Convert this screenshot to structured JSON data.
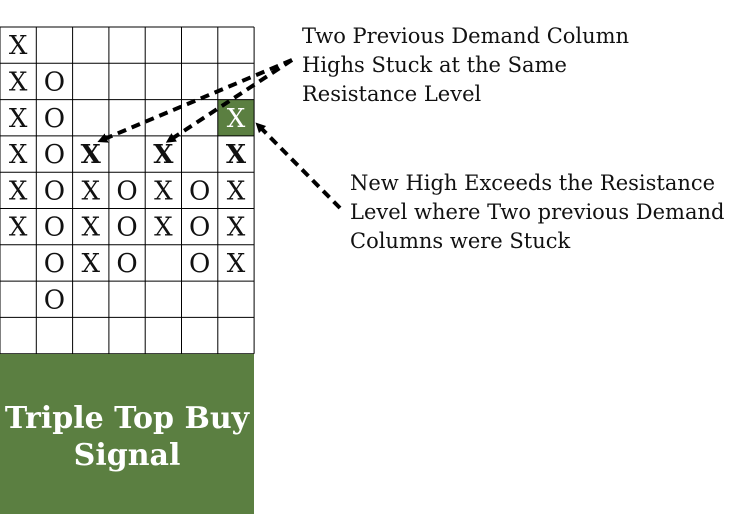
{
  "colors": {
    "accent_green": "#5b7f41",
    "grid": "#000000",
    "text": "#111111",
    "banner_text": "#ffffff"
  },
  "grid": {
    "columns": 7,
    "rows": 9,
    "cells": [
      [
        "X",
        "",
        "",
        "",
        "",
        "",
        ""
      ],
      [
        "X",
        "O",
        "",
        "",
        "",
        "",
        ""
      ],
      [
        "X",
        "O",
        "",
        "",
        "",
        "",
        "X"
      ],
      [
        "X",
        "O",
        "X",
        "",
        "X",
        "",
        "X"
      ],
      [
        "X",
        "O",
        "X",
        "O",
        "X",
        "O",
        "X"
      ],
      [
        "X",
        "O",
        "X",
        "O",
        "X",
        "O",
        "X"
      ],
      [
        "",
        "O",
        "X",
        "O",
        "",
        "O",
        "X"
      ],
      [
        "",
        "O",
        "",
        "",
        "",
        "",
        ""
      ],
      [
        "",
        "",
        "",
        "",
        "",
        "",
        ""
      ]
    ],
    "bold_cells": [
      [
        3,
        2
      ],
      [
        3,
        4
      ],
      [
        3,
        6
      ]
    ],
    "highlight_cell": [
      2,
      6
    ]
  },
  "banner": {
    "lines": [
      "Triple Top Buy",
      "Signal"
    ]
  },
  "annotations": [
    {
      "id": "previous-highs",
      "lines": [
        "Two Previous Demand Column",
        "Highs Stuck at the Same",
        "Resistance Level"
      ]
    },
    {
      "id": "new-high",
      "lines": [
        "New High Exceeds the Resistance",
        "Level where Two previous Demand",
        "Columns were Stuck"
      ]
    }
  ]
}
